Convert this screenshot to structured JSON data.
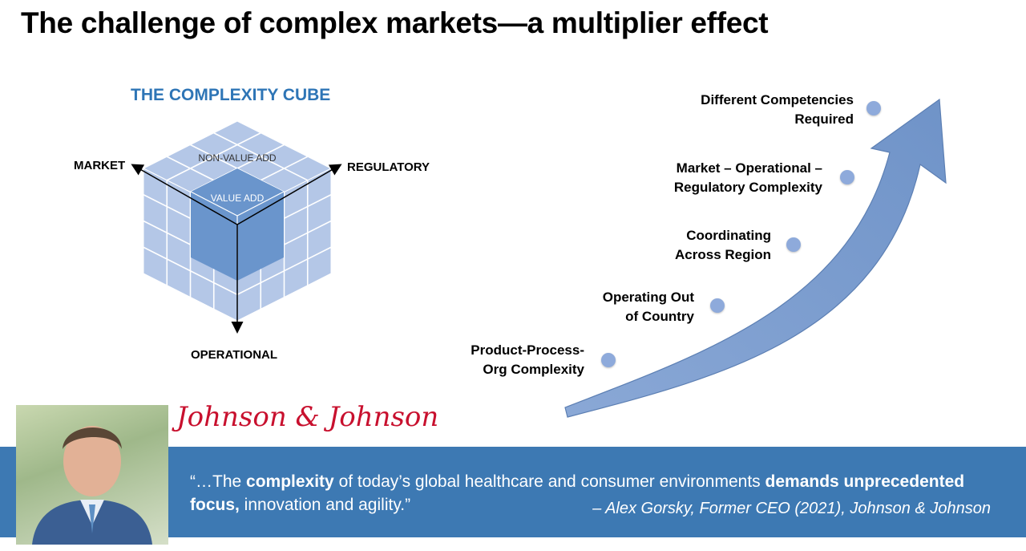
{
  "title": "The challenge of complex markets—a multiplier effect",
  "cube": {
    "title": "THE COMPLEXITY CUBE",
    "axis_market": "MARKET",
    "axis_regulatory": "REGULATORY",
    "axis_operational": "OPERATIONAL",
    "top_label": "NON-VALUE ADD",
    "center_label": "VALUE ADD"
  },
  "steps": [
    {
      "line1": "Product-Process-",
      "line2": "Org Complexity"
    },
    {
      "line1": "Operating Out",
      "line2": "of Country"
    },
    {
      "line1": "Coordinating",
      "line2": "Across Region"
    },
    {
      "line1": "Market – Operational –",
      "line2": "Regulatory Complexity"
    },
    {
      "line1": "Different Competencies",
      "line2": "Required"
    }
  ],
  "logo_text": "Johnson & Johnson",
  "quote": {
    "p1": "“…The ",
    "b1": "complexity",
    "p2": " of today’s global healthcare and consumer environments ",
    "b2": "demands unprecedented focus,",
    "p3": " innovation and agility.”",
    "attribution": "– Alex Gorsky, Former CEO (2021), Johnson & Johnson"
  },
  "colors": {
    "accent": "#2e75b6",
    "banner": "#3d79b3",
    "cube_light": "#b4c7e7",
    "cube_dark": "#6a95cc",
    "arrow": "#7f9fcf",
    "logo": "#c8102e"
  }
}
